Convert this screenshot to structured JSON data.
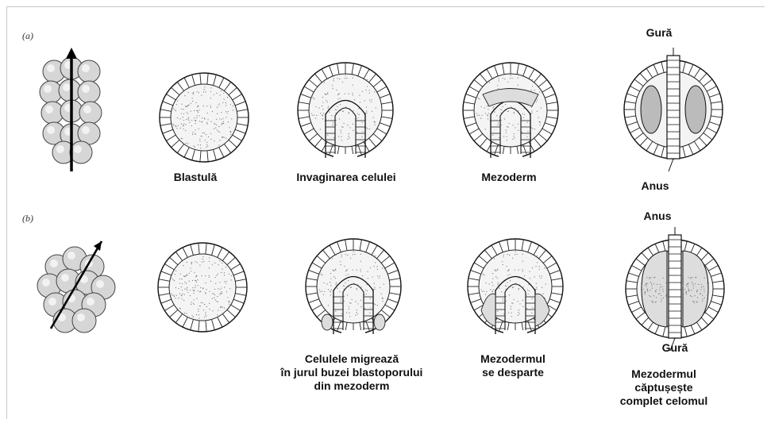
{
  "rows": [
    {
      "label": "(a)",
      "captions": {
        "blastula": "Blastulă",
        "invagination": "Invaginarea celulei",
        "mesoderm": "Mezoderm",
        "top": "Gură",
        "bottom": "Anus"
      }
    },
    {
      "label": "(b)",
      "captions": {
        "migration": "Celulele migrează\nîn jurul buzei blastoporului\ndin mezoderm",
        "split": "Mezodermul\nse desparte",
        "top": "Anus",
        "bottom": "Gură",
        "lining": "Mezodermul căptușește\ncomplet celomul"
      }
    }
  ]
}
